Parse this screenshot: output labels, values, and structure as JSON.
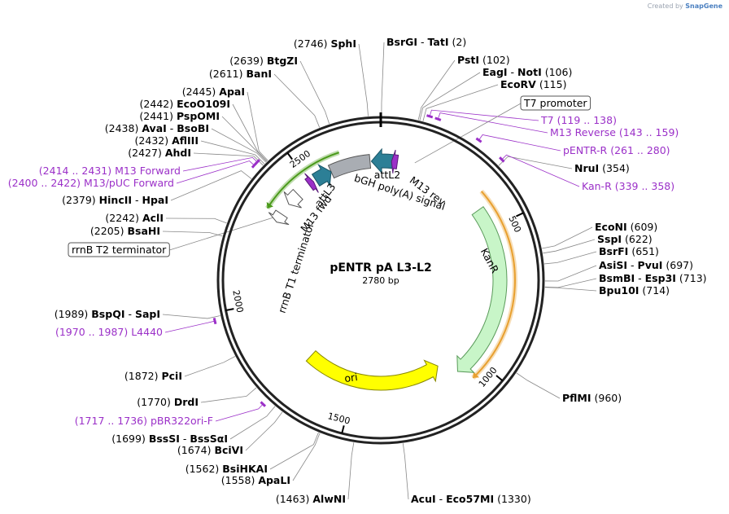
{
  "credit": {
    "prefix": "Created by",
    "brand": "SnapGene"
  },
  "plasmid": {
    "name": "pENTR pA L3-L2",
    "size_label": "2780 bp",
    "length": 2780
  },
  "ticks": [
    {
      "pos": 500,
      "label": "500"
    },
    {
      "pos": 1000,
      "label": "1000"
    },
    {
      "pos": 1500,
      "label": "1500"
    },
    {
      "pos": 2000,
      "label": "2000"
    },
    {
      "pos": 2500,
      "label": "2500"
    }
  ],
  "sites_right": [
    {
      "name": "BsrGI",
      "name2": "TatI",
      "pos": "(2)",
      "site": 2
    },
    {
      "name": "PstI",
      "pos": "(102)",
      "site": 102
    },
    {
      "name": "EagI",
      "name2": "NotI",
      "pos": "(106)",
      "site": 106
    },
    {
      "name": "EcoRV",
      "pos": "(115)",
      "site": 115
    },
    {
      "name": "NruI",
      "pos": "(354)",
      "site": 354
    },
    {
      "name": "EcoNI",
      "pos": "(609)",
      "site": 609
    },
    {
      "name": "SspI",
      "pos": "(622)",
      "site": 622
    },
    {
      "name": "BsrFI",
      "pos": "(651)",
      "site": 651
    },
    {
      "name": "AsiSI",
      "name2": "PvuI",
      "pos": "(697)",
      "site": 697
    },
    {
      "name": "BsmBI",
      "name2": "Esp3I",
      "pos": "(713)",
      "site": 713
    },
    {
      "name": "Bpu10I",
      "pos": "(714)",
      "site": 714
    },
    {
      "name": "PflMI",
      "pos": "(960)",
      "site": 960
    },
    {
      "name": "AcuI",
      "name2": "Eco57MI",
      "pos": "(1330)",
      "site": 1330
    }
  ],
  "sites_left": [
    {
      "name": "SphI",
      "pos": "(2746)",
      "site": 2746
    },
    {
      "name": "BtgZI",
      "pos": "(2639)",
      "site": 2639
    },
    {
      "name": "BanI",
      "pos": "(2611)",
      "site": 2611
    },
    {
      "name": "ApaI",
      "pos": "(2445)",
      "site": 2445
    },
    {
      "name": "EcoO109I",
      "pos": "(2442)",
      "site": 2442
    },
    {
      "name": "PspOMI",
      "pos": "(2441)",
      "site": 2441
    },
    {
      "name": "AvaI",
      "name2": "BsoBI",
      "pos": "(2438)",
      "site": 2438
    },
    {
      "name": "AflIII",
      "pos": "(2432)",
      "site": 2432
    },
    {
      "name": "AhdI",
      "pos": "(2427)",
      "site": 2427
    },
    {
      "name": "HincII",
      "name2": "HpaI",
      "pos": "(2379)",
      "site": 2379
    },
    {
      "name": "AclI",
      "pos": "(2242)",
      "site": 2242
    },
    {
      "name": "BsaHI",
      "pos": "(2205)",
      "site": 2205
    },
    {
      "name": "BspQI",
      "name2": "SapI",
      "pos": "(1989)",
      "site": 1989
    },
    {
      "name": "PciI",
      "pos": "(1872)",
      "site": 1872
    },
    {
      "name": "DrdI",
      "pos": "(1770)",
      "site": 1770
    },
    {
      "name": "BssSI",
      "name2": "BssSαI",
      "pos": "(1699)",
      "site": 1699
    },
    {
      "name": "BciVI",
      "pos": "(1674)",
      "site": 1674
    },
    {
      "name": "BsiHKAI",
      "pos": "(1562)",
      "site": 1562
    },
    {
      "name": "ApaLI",
      "pos": "(1558)",
      "site": 1558
    },
    {
      "name": "AlwNI",
      "pos": "(1463)",
      "site": 1463
    }
  ],
  "primers": [
    {
      "name": "T7",
      "range": "(119 .. 138)",
      "start": 119,
      "end": 138
    },
    {
      "name": "M13 Reverse",
      "range": "(143 .. 159)",
      "start": 143,
      "end": 159
    },
    {
      "name": "pENTR-R",
      "range": "(261 .. 280)",
      "start": 261,
      "end": 280
    },
    {
      "name": "Kan-R",
      "range": "(339 .. 358)",
      "start": 339,
      "end": 358
    },
    {
      "name": "M13 Forward",
      "range": "(2414 .. 2431)",
      "start": 2414,
      "end": 2431
    },
    {
      "name": "M13/pUC Forward",
      "range": "(2400 .. 2422)",
      "start": 2400,
      "end": 2422
    },
    {
      "name": "L4440",
      "range": "(1970 .. 1987)",
      "start": 1970,
      "end": 1987
    },
    {
      "name": "pBR322ori-F",
      "range": "(1717 .. 1736)",
      "start": 1717,
      "end": 1736
    }
  ],
  "boxed_features": [
    {
      "name": "T7 promoter"
    },
    {
      "name": "rrnB T2 terminator"
    }
  ],
  "features": [
    {
      "name": "KanR",
      "start": 420,
      "end": 1080,
      "dir": 1,
      "track": 2,
      "color": "#c8f5c8",
      "stroke": "#5a9a5a"
    },
    {
      "name": "ori",
      "start": 1130,
      "end": 1720,
      "dir": -1,
      "track": 3,
      "color": "#ffff00",
      "stroke": "#888800"
    },
    {
      "name": "attL2",
      "start": 2745,
      "end": 2830,
      "dir": -1,
      "track": 2,
      "color": "#2c7f96",
      "stroke": "#1a5566"
    },
    {
      "name": "bGH poly(A) signal",
      "start": 2590,
      "end": 2740,
      "dir": 0,
      "track": 2,
      "color": "#a9adb3",
      "stroke": "#555"
    },
    {
      "name": "attL3",
      "start": 2525,
      "end": 2590,
      "dir": 1,
      "track": 2,
      "color": "#2c7f96",
      "stroke": "#1a5566"
    },
    {
      "name": "M13 rev",
      "start": 2820,
      "end": 2842,
      "dir": -1,
      "track": 2,
      "color": "#9b30c8",
      "stroke": "#5a1a7a"
    },
    {
      "name": "M13 fwd",
      "start": 2495,
      "end": 2515,
      "dir": 1,
      "track": 2,
      "color": "#9b30c8",
      "stroke": "#5a1a7a"
    },
    {
      "name": "rrnB T1 terminator",
      "start": 2390,
      "end": 2440,
      "dir": -1,
      "track": 2,
      "color": "#ffffff",
      "stroke": "#555"
    },
    {
      "name": "rrnB T2 terminator",
      "start": 2310,
      "end": 2345,
      "dir": -1,
      "track": 2,
      "color": "#ffffff",
      "stroke": "#555"
    }
  ],
  "orf_arcs": [
    {
      "start": 2335,
      "end": 2640,
      "dir": -1,
      "color": "#4a9a1a"
    },
    {
      "start": 375,
      "end": 1055,
      "dir": 1,
      "color": "#e8a030"
    }
  ],
  "feature_labels": [
    {
      "name": "KanR"
    },
    {
      "name": "ori"
    },
    {
      "name": "attL2"
    },
    {
      "name": "attL3"
    },
    {
      "name": "bGH poly(A) signal"
    },
    {
      "name": "M13 rev"
    },
    {
      "name": "M13 fwd"
    },
    {
      "name": "rrnB T1 terminator"
    }
  ]
}
